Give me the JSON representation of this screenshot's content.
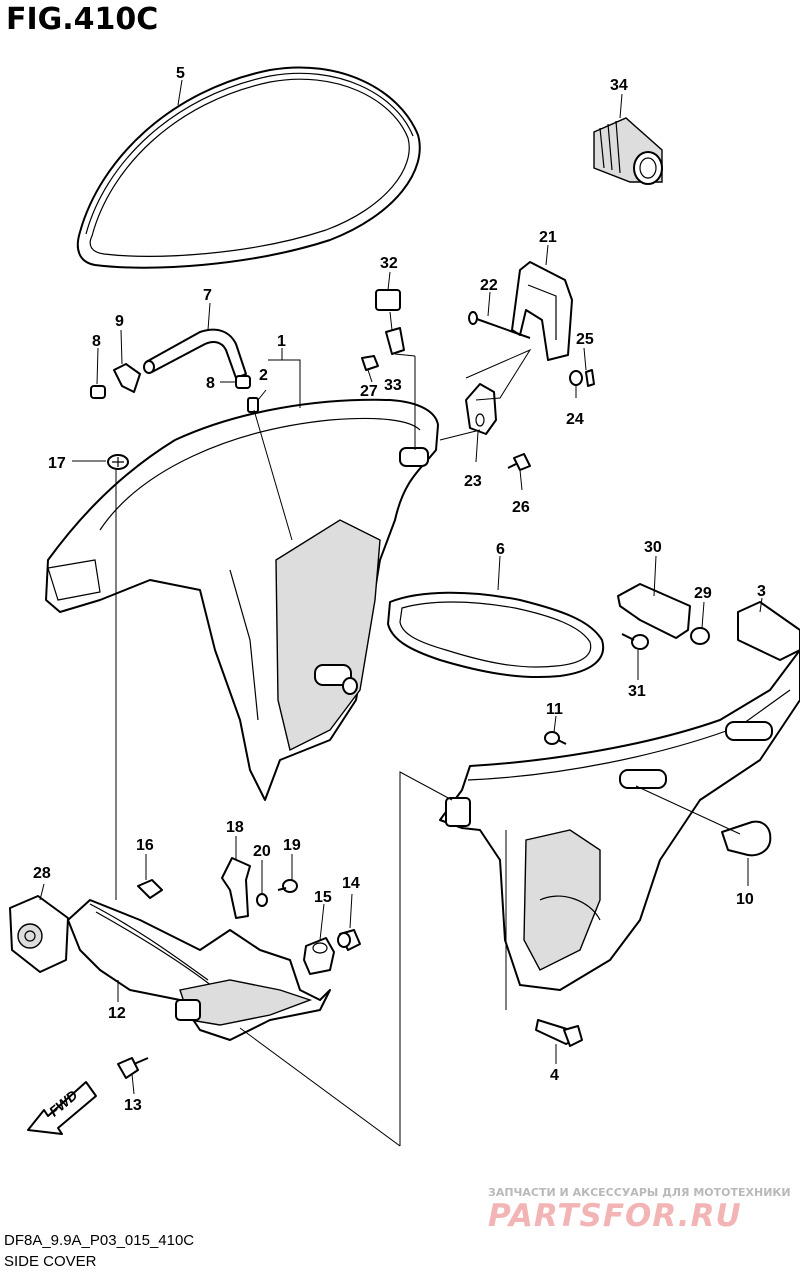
{
  "figure": {
    "title": "FIG.410C"
  },
  "footer": {
    "code": "DF8A_9.9A_P03_015_410C",
    "name": "SIDE COVER"
  },
  "watermark": {
    "tagline": "ЗАПЧАСТИ И АКСЕССУАРЫ ДЛЯ МОТОТЕХНИКИ",
    "logo": "PARTSFOR.RU"
  },
  "direction": {
    "label": "FWD"
  },
  "callouts": {
    "p1": "1",
    "p2": "2",
    "p3": "3",
    "p4": "4",
    "p5": "5",
    "p6": "6",
    "p7": "7",
    "p8a": "8",
    "p8b": "8",
    "p9": "9",
    "p10": "10",
    "p11": "11",
    "p12": "12",
    "p13": "13",
    "p14": "14",
    "p15": "15",
    "p16": "16",
    "p17": "17",
    "p18": "18",
    "p19": "19",
    "p20": "20",
    "p21": "21",
    "p22": "22",
    "p23": "23",
    "p24": "24",
    "p25": "25",
    "p26": "26",
    "p27": "27",
    "p28": "28",
    "p29": "29",
    "p30": "30",
    "p31": "31",
    "p32": "32",
    "p33": "33",
    "p34": "34"
  }
}
